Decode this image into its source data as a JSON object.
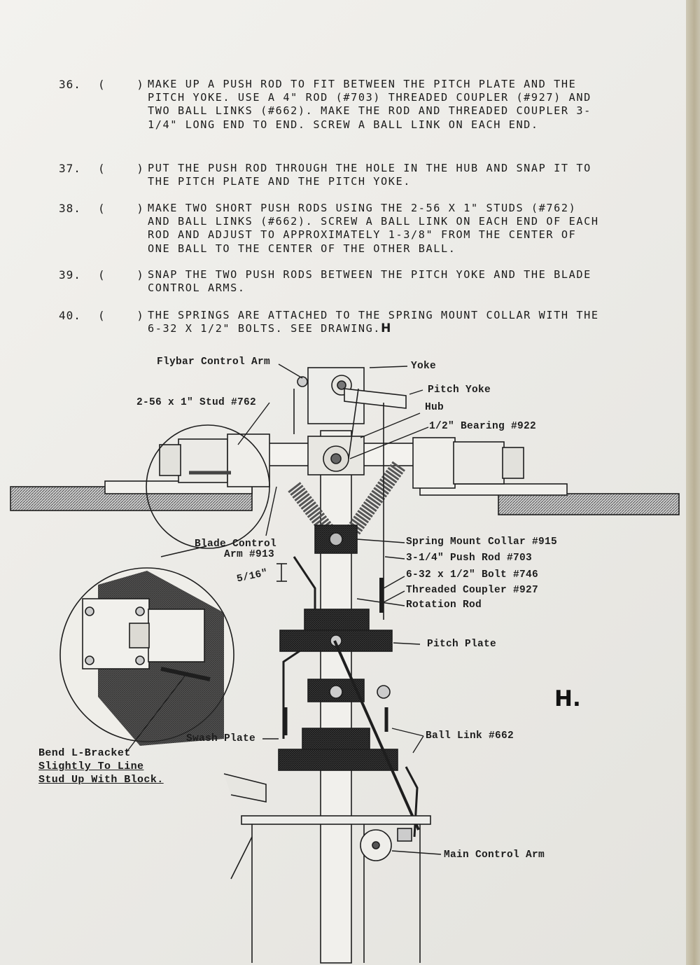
{
  "steps": [
    {
      "num": "36.",
      "check": "( )",
      "text": "MAKE UP A PUSH ROD TO FIT BETWEEN THE PITCH PLATE AND THE PITCH YOKE.  USE A 4\" ROD (#703) THREADED COUPLER (#927) AND TWO BALL LINKS (#662).  MAKE THE ROD AND THREADED COUPLER 3-1/4\" LONG END TO END.  SCREW A BALL LINK ON EACH END."
    },
    {
      "num": "37.",
      "check": "( )",
      "text": "PUT THE PUSH ROD THROUGH THE HOLE IN THE HUB AND SNAP IT TO THE PITCH PLATE AND THE PITCH YOKE."
    },
    {
      "num": "38.",
      "check": "( )",
      "text": "MAKE TWO SHORT PUSH RODS USING THE 2-56 X 1\" STUDS (#762) AND BALL LINKS (#662).  SCREW A BALL LINK ON EACH END OF EACH ROD AND ADJUST TO APPROXIMATELY 1-3/8\" FROM THE CENTER OF ONE BALL TO THE CENTER OF THE OTHER BALL."
    },
    {
      "num": "39.",
      "check": "( )",
      "text": "SNAP THE TWO PUSH RODS BETWEEN THE PITCH YOKE AND THE BLADE CONTROL ARMS."
    },
    {
      "num": "40.",
      "check": "( )",
      "text": "THE SPRINGS ARE ATTACHED TO THE SPRING MOUNT COLLAR WITH THE 6-32 X 1/2\" BOLTS.  SEE DRAWING.",
      "tail": "H"
    }
  ],
  "labels": {
    "flybar_control_arm": "Flybar Control Arm",
    "yoke": "Yoke",
    "pitch_yoke": "Pitch Yoke",
    "stud": "2-56 x 1\" Stud #762",
    "hub": "Hub",
    "bearing": "1/2\" Bearing #922",
    "blade_control_line1": "Blade Control",
    "blade_control_line2": "Arm #913",
    "spring_mount_collar": "Spring Mount Collar #915",
    "push_rod": "3-1/4\" Push Rod #703",
    "bolt": "6-32 x 1/2\" Bolt #746",
    "threaded_coupler": "Threaded Coupler #927",
    "rotation_rod": "Rotation Rod",
    "gap": "5/16\"",
    "pitch_plate": "Pitch Plate",
    "swash_plate": "Swash Plate",
    "ball_link": "Ball Link #662",
    "main_control_arm": "Main Control Arm"
  },
  "figure_letter": "H.",
  "note": [
    "Bend L-Bracket",
    "Slightly To Line",
    "Stud Up With Block."
  ]
}
